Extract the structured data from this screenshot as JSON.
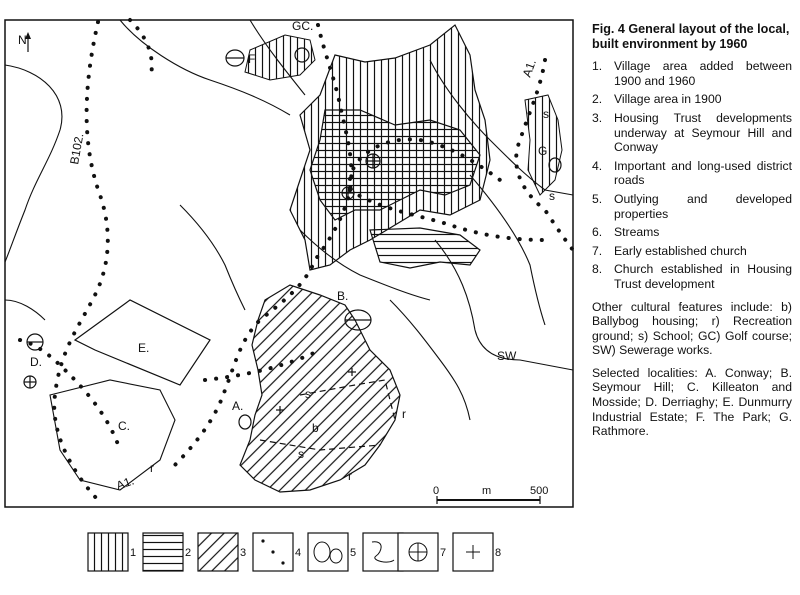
{
  "caption": {
    "title": "Fig. 4 General layout of the local, built environment by 1960",
    "items": [
      {
        "num": "1.",
        "text": "Village area added between 1900 and 1960"
      },
      {
        "num": "2.",
        "text": "Village area in 1900"
      },
      {
        "num": "3.",
        "text": "Housing Trust developments underway at Seymour Hill and Conway"
      },
      {
        "num": "4.",
        "text": "Important and long-used district roads"
      },
      {
        "num": "5.",
        "text": "Outlying and developed properties"
      },
      {
        "num": "6.",
        "text": "Streams"
      },
      {
        "num": "7.",
        "text": "Early established church"
      },
      {
        "num": "8.",
        "text": "Church established in Housing Trust development"
      }
    ],
    "other_features": "Other cultural features include: b) Ballybog housing; r) Recreation ground; s) School; GC) Golf course; SW) Sewerage works.",
    "localities": "Selected localities: A. Conway; B. Seymour Hill; C. Killeaton and Mosside; D. Derriaghy; E. Dunmurry Industrial Estate; F. The Park; G. Rathmore."
  },
  "map": {
    "north": "N",
    "road_label": "B102.",
    "labels": {
      "gc": "GC.",
      "a1": "A1.",
      "a1b": "A1.",
      "f": "F",
      "g": "G",
      "s_top": "s",
      "s_right": "s",
      "b": "B.",
      "e": "E.",
      "d": "D.",
      "c": "C.",
      "a": "A.",
      "sw": "SW",
      "s_mid": "s",
      "small_b": "b",
      "r1": "r",
      "r2": "r",
      "r3": "r",
      "s_low": "s"
    },
    "scale": {
      "start": "0",
      "unit": "m",
      "end": "500"
    }
  },
  "key": [
    "1",
    "2",
    "3",
    "4",
    "5",
    "6",
    "7",
    "8"
  ]
}
